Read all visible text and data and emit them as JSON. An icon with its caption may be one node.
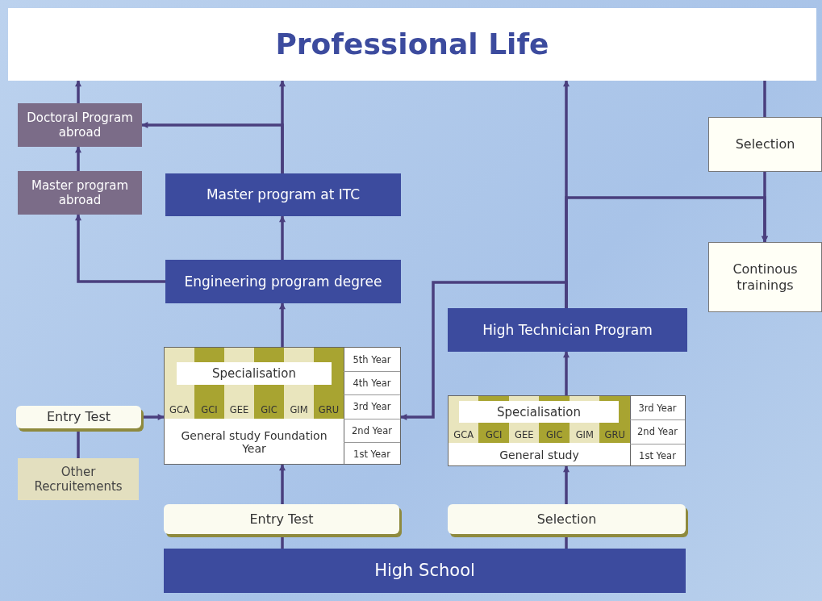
{
  "diagram": {
    "nodes": [
      {
        "text": [
          "Professional Life"
        ]
      },
      {
        "text": [
          "Doctoral Program abroad"
        ]
      },
      {
        "text": [
          "Master program abroad"
        ]
      },
      {
        "text": [
          "Master program at ITC"
        ]
      },
      {
        "text": [
          "Engineering program degree"
        ]
      },
      {
        "text": [
          "Selection"
        ]
      },
      {
        "text": [
          "Continous trainings"
        ]
      },
      {
        "text": [
          "High Technician Program"
        ]
      },
      {
        "text": [
          "Specialisation",
          "GCA",
          "GCI",
          "GEE",
          "GIC",
          "GIM",
          "GRU",
          "General study Foundation Year",
          "5th Year",
          "4th Year",
          "3rd Year",
          "2nd Year",
          "1st Year"
        ]
      },
      {
        "text": [
          "Entry Test"
        ]
      },
      {
        "text": [
          "Other Recruitements"
        ]
      },
      {
        "text": [
          "Specialisation",
          "GCA",
          "GCI",
          "GEE",
          "GIC",
          "GIM",
          "GRU",
          "General study",
          "3rd Year",
          "2nd Year",
          "1st Year"
        ]
      },
      {
        "text": [
          "Entry Test"
        ]
      },
      {
        "text": [
          "Selection"
        ]
      },
      {
        "text": [
          "High School"
        ]
      }
    ],
    "edges": [
      {
        "from": 14,
        "to": 12,
        "arrow": "none"
      },
      {
        "from": 12,
        "to": 8,
        "arrow": "to"
      },
      {
        "from": 14,
        "to": 13,
        "arrow": "none"
      },
      {
        "from": 13,
        "to": 11,
        "arrow": "to"
      },
      {
        "from": 11,
        "to": 7,
        "arrow": "to"
      },
      {
        "from": 8,
        "to": 4,
        "arrow": "to"
      },
      {
        "from": 4,
        "to": 3,
        "arrow": "to"
      },
      {
        "from": 3,
        "to": 0,
        "arrow": "to"
      },
      {
        "from": 3,
        "to": 1,
        "arrow": "to"
      },
      {
        "from": 4,
        "to": 2,
        "arrow": "to"
      },
      {
        "from": 2,
        "to": 1,
        "arrow": "to"
      },
      {
        "from": 1,
        "to": 0,
        "arrow": "to"
      },
      {
        "from": 7,
        "to": 0,
        "arrow": "to"
      },
      {
        "from": 7,
        "to": 6,
        "arrow": "to"
      },
      {
        "from": 7,
        "to": 8,
        "arrow": "to"
      },
      {
        "from": 9,
        "to": 8,
        "arrow": "to"
      },
      {
        "from": 10,
        "to": 9,
        "arrow": "none"
      },
      {
        "from": 0,
        "to": 5,
        "arrow": "none"
      },
      {
        "from": 5,
        "to": 6,
        "arrow": "to"
      }
    ]
  }
}
